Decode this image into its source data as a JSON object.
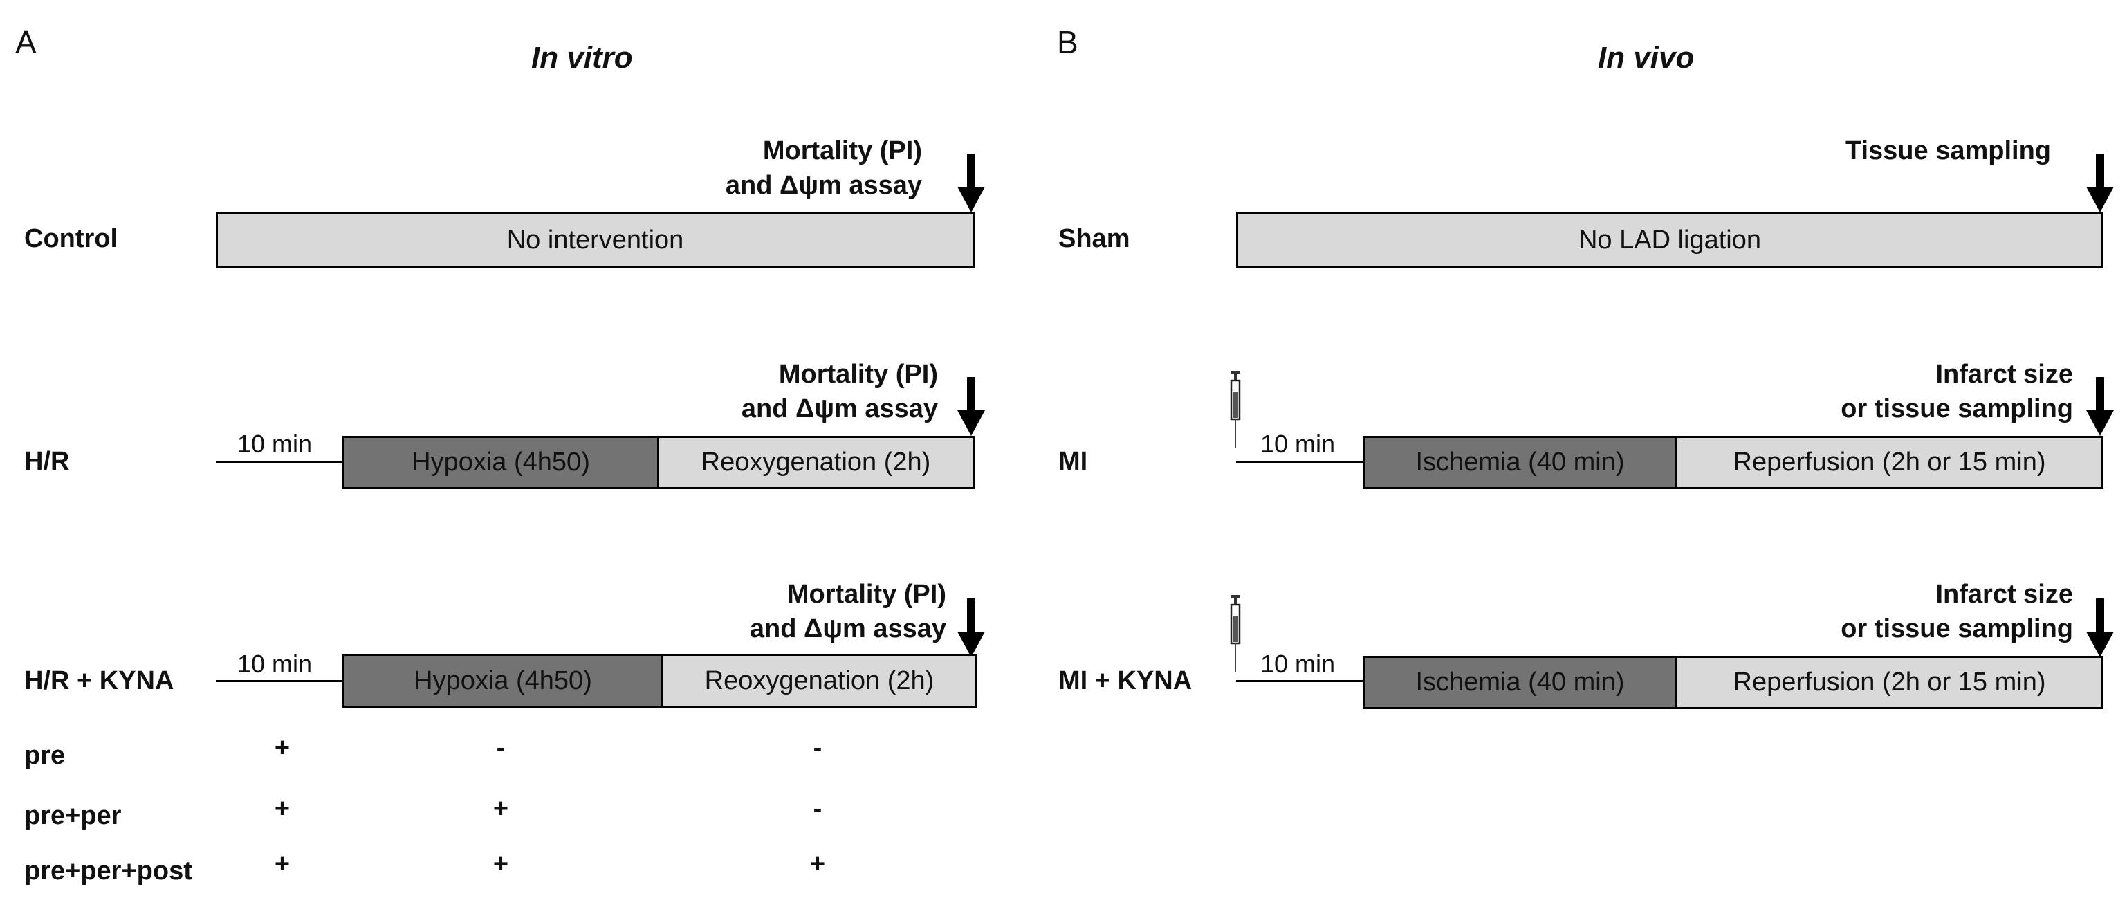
{
  "panelA": {
    "letter": "A",
    "title": "In vitro",
    "rows": {
      "control": {
        "label": "Control",
        "annotation_line1": "Mortality (PI)",
        "annotation_line2": "and Δψm assay",
        "bar": "No intervention"
      },
      "hr": {
        "label": "H/R",
        "annotation_line1": "Mortality (PI)",
        "annotation_line2": "and  Δψm assay",
        "lead": "10 min",
        "seg1": "Hypoxia (4h50)",
        "seg2": "Reoxygenation (2h)"
      },
      "hrkyna": {
        "label": "H/R + KYNA",
        "annotation_line1": "Mortality (PI)",
        "annotation_line2": "and Δψm assay",
        "lead": "10 min",
        "seg1": "Hypoxia (4h50)",
        "seg2": "Reoxygenation (2h)"
      }
    },
    "treatment_table": [
      {
        "label": "pre",
        "marks": [
          "+",
          "-",
          "-"
        ]
      },
      {
        "label": "pre+per",
        "marks": [
          "+",
          "+",
          "-"
        ]
      },
      {
        "label": "pre+per+post",
        "marks": [
          "+",
          "+",
          "+"
        ]
      }
    ]
  },
  "panelB": {
    "letter": "B",
    "title": "In vivo",
    "rows": {
      "sham": {
        "label": "Sham",
        "annotation_line1": "Tissue sampling",
        "bar": "No LAD ligation"
      },
      "mi": {
        "label": "MI",
        "annotation_line1": "Infarct size",
        "annotation_line2": "or tissue sampling",
        "lead": "10 min",
        "seg1": "Ischemia (40 min)",
        "seg2": "Reperfusion (2h or 15 min)"
      },
      "mikyna": {
        "label": "MI + KYNA",
        "annotation_line1": "Infarct size",
        "annotation_line2": "or tissue sampling",
        "lead": "10 min",
        "seg1": "Ischemia (40 min)",
        "seg2": "Reperfusion (2h or 15 min)"
      }
    }
  },
  "colors": {
    "light_bar": "#d9d9d9",
    "dark_bar": "#737373",
    "outline": "#000000"
  },
  "icons": [
    "down-arrow-icon",
    "syringe-icon"
  ]
}
